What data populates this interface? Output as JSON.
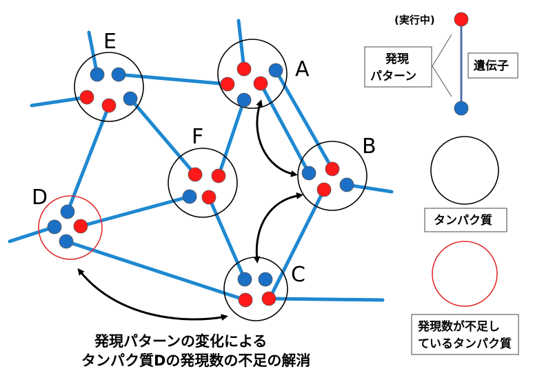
{
  "colors": {
    "edge": "#1f88d0",
    "dot_blue": "#1b6fc4",
    "dot_red": "#ff1a1a",
    "protein": "#000000",
    "deficient": "#e32b2b",
    "arrow": "#000000"
  },
  "nodes": {
    "A": {
      "label": "A"
    },
    "B": {
      "label": "B"
    },
    "C": {
      "label": "C"
    },
    "D": {
      "label": "D"
    },
    "E": {
      "label": "E"
    },
    "F": {
      "label": "F"
    }
  },
  "legend": {
    "running": "(実行中)",
    "expression_line1": "発現",
    "expression_line2": "パターン",
    "gene": "遺伝子",
    "protein": "タンパク質",
    "deficient_line1": "発現数が不足し",
    "deficient_line2": "ているタンパク質"
  },
  "caption": {
    "line1": "発現パターンの変化による",
    "line2": "タンパク質Dの発現数の不足の解消"
  }
}
